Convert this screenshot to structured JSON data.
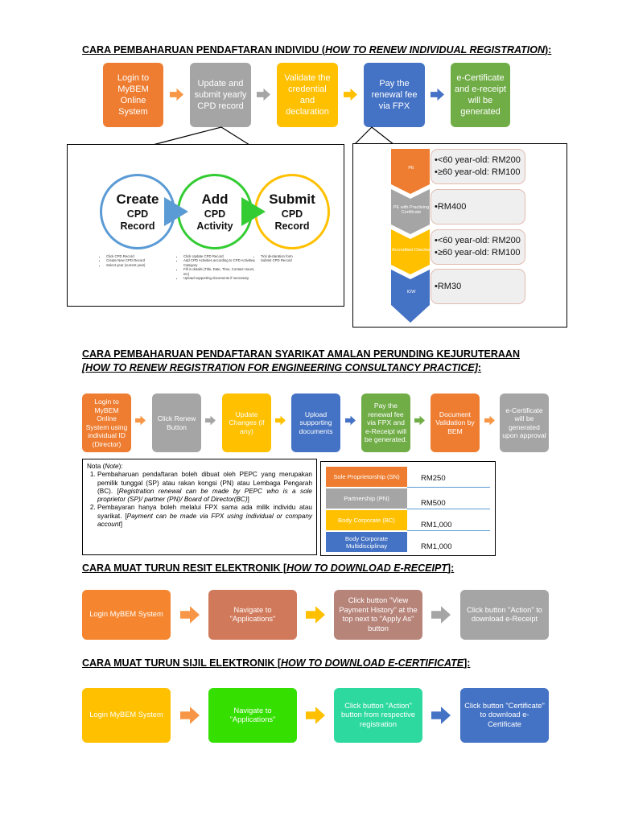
{
  "section1": {
    "heading_prefix": "CARA PEMBAHARUAN PENDAFTARAN INDIVIDU (",
    "heading_italic": "HOW TO RENEW INDIVIDUAL REGISTRATION",
    "heading_suffix": "):",
    "steps": [
      "Login to MyBEM Online System",
      "Update and submit yearly CPD record",
      "Validate the credential and declaration",
      "Pay the renewal fee via FPX",
      "e-Certificate and e-receipt will be generated"
    ],
    "cpd": {
      "create_big": "Create",
      "create_small": "CPD Record",
      "add_big": "Add",
      "add_small": "CPD Activity",
      "submit_big": "Submit",
      "submit_small": "CPD Record",
      "create_list": [
        "Click CPD Record",
        "Create New CPD Record",
        "Select year (current year)"
      ],
      "add_list": [
        "Click Update CPD Record",
        "Add CPD Activities according to CPD Activities Category",
        "Fill in details (Title, Date, Time, Contact Hours, etc)",
        "Upload supporting documents if necessary"
      ],
      "submit_list": [
        "Tick declaration form",
        "Submit CPD Record"
      ]
    },
    "fees": [
      {
        "category": "PE",
        "lines": [
          "•<60 year-old: RM200",
          "•≥60 year-old: RM100"
        ],
        "color": "#ee7d31"
      },
      {
        "category": "PE with Practising Certificate",
        "lines": [
          "•RM400"
        ],
        "color": "#a5a5a5"
      },
      {
        "category": "Accredited Checker",
        "lines": [
          "•<60 year-old: RM200",
          "•≥60 year-old: RM100"
        ],
        "color": "#ffc000"
      },
      {
        "category": "IOW",
        "lines": [
          "•RM30"
        ],
        "color": "#4472c4"
      }
    ]
  },
  "section2": {
    "heading_prefix": "CARA PEMBAHARUAN PENDAFTARAN SYARIKAT AMALAN PERUNDING KEJURUTERAAN ",
    "heading_italic": "[HOW TO RENEW REGISTRATION FOR ENGINEERING CONSULTANCY PRACTICE]",
    "heading_suffix": ":",
    "steps": [
      "Login to MyBEM Online System using individual ID (Director)",
      "Click Renew Button",
      "Update Changes (if any)",
      "Upload supporting documents",
      "Pay the renewal fee via FPX and e-Receipt will be generated.",
      "Document Validation by BEM",
      "e-Certificate will be generated upon approval"
    ],
    "note": {
      "title_plain": "Nota (",
      "title_italic": "Note",
      "title_end": "):",
      "item1_plain": "Pembaharuan pendaftaran boleh dibuat oleh PEPC yang merupakan pemilik tunggal (SP) atau rakan kongsi (PN) atau Lembaga Pengarah (BC). [",
      "item1_italic": "Registration renewal can be made by PEPC who is a sole proprietor (SP)/ partner (PN)/ Board of Director(BC)",
      "item1_end": "]",
      "item2_plain": "Pembayaran hanya boleh melalui FPX sama ada milik individu atau syarikat. [",
      "item2_italic": "Payment can be made via FPX using individual or company account",
      "item2_end": "]"
    },
    "fees": [
      {
        "category": "Sole Proprietorship (SN)",
        "price": "RM250",
        "color": "#ee7d31"
      },
      {
        "category": "Partnership (PN)",
        "price": "RM500",
        "color": "#a5a5a5"
      },
      {
        "category": "Body Corporate (BC)",
        "price": "RM1,000",
        "color": "#ffc000"
      },
      {
        "category": "Body Corporate Multidisciplinay",
        "price": "RM1,000",
        "color": "#4472c4"
      }
    ]
  },
  "section3": {
    "heading_prefix": "CARA MUAT TURUN RESIT ELEKTRONIK [",
    "heading_italic": "HOW TO DOWNLOAD E-RECEIPT",
    "heading_suffix": "]:",
    "steps": [
      "Login MyBEM System",
      "Navigate to \"Applications\"",
      "Click button \"View Payment History\" at the top next to \"Apply As\" button",
      "Click button \"Action\" to download e-Receipt"
    ]
  },
  "section4": {
    "heading_prefix": "CARA MUAT TURUN SIJIL ELEKTRONIK [",
    "heading_italic": "HOW TO DOWNLOAD E-CERTIFICATE",
    "heading_suffix": "]:",
    "steps": [
      "Login MyBEM System",
      "Navigate to \"Applications\"",
      "Click button \"Action\" button from respective registration",
      "Click button \"Certificate\" to download e-Certificate"
    ]
  },
  "colors": {
    "orange": "#ee7d31",
    "gray": "#a5a5a5",
    "yellow": "#ffc000",
    "blue": "#4472c4",
    "green": "#70ad47",
    "arrow_orange": "#f79646",
    "arrow_gray": "#a5a5a5",
    "arrow_yellow": "#ffc000",
    "arrow_blue": "#4472c4",
    "s3_box1": "#f5862f",
    "s3_box2": "#d17a5b",
    "s3_box3": "#b7847a",
    "s3_box4": "#a5a5a5",
    "s4_box1": "#ffc000",
    "s4_box2": "#35e000",
    "s4_box3": "#2ed9a0",
    "s4_box4": "#4472c4"
  }
}
